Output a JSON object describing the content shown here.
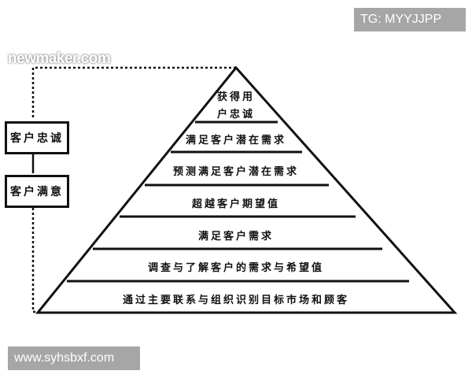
{
  "watermarks": {
    "top_right": "TG: MYYJJPP",
    "bottom_left": "www.syhsbxf.com",
    "logo": "newmaker.com"
  },
  "side_boxes": [
    {
      "label": "客户忠诚"
    },
    {
      "label": "客户满意"
    }
  ],
  "pyramid": {
    "levels": [
      {
        "label_line1": "获得用",
        "label_line2": "户忠诚"
      },
      {
        "label": "满足客户潜在需求"
      },
      {
        "label": "预测满足客户潜在需求"
      },
      {
        "label": "超越客户期望值"
      },
      {
        "label": "满足客户需求"
      },
      {
        "label": "调查与了解客户的需求与希望值"
      },
      {
        "label": "通过主要联系与组织识别目标市场和顾客"
      }
    ]
  }
}
